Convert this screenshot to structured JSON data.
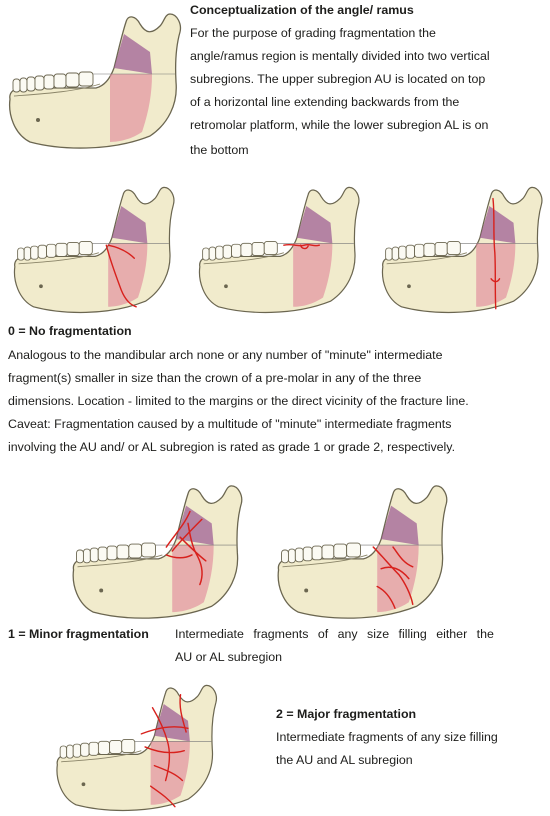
{
  "intro": {
    "title": "Conceptualization of the angle/ ramus",
    "lines": [
      "For the purpose of grading fragmentation the",
      "angle/ramus region is mentally divided into two vertical",
      "subregions. The upper subregion AU is located on top",
      "of a horizontal line extending backwards from the",
      "retromolar platform, while the lower subregion AL is on",
      "the bottom"
    ]
  },
  "grade0": {
    "heading": "0 = No fragmentation",
    "lines": [
      "Analogous to the mandibular arch none or any number of \"minute\" intermediate",
      "fragment(s) smaller in size than the crown of a pre-molar in any of the three",
      "dimensions. Location - limited to the margins or the direct vicinity of the fracture line.",
      "Caveat: Fragmentation caused by a multitude of \"minute\" intermediate fragments",
      "involving the AU and/ or AL subregion is rated as grade 1 or grade 2, respectively."
    ]
  },
  "grade1": {
    "heading": "1 = Minor fragmentation",
    "line1": "Intermediate fragments of any size filling either the",
    "line2": "AU or AL subregion"
  },
  "grade2": {
    "heading": "2 = Major fragmentation",
    "lines": [
      "Intermediate fragments of any size filling",
      "the AU and AL subregion"
    ]
  },
  "colors": {
    "bone": "#f1ebcc",
    "au_region": "#9c5a93",
    "al_region": "#e0889a",
    "fracture": "#d8211d"
  }
}
